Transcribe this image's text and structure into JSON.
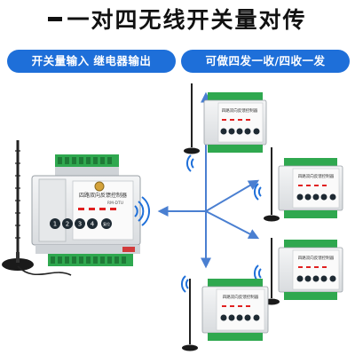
{
  "title": "一对四无线开关量对传",
  "tags": {
    "left": "开关量输入 继电器输出",
    "right": "可做四发一收/四收一发"
  },
  "main_device": {
    "label": "四路双向反馈控制器",
    "model": "RM-DTU",
    "keys": [
      "1",
      "2",
      "3",
      "4"
    ],
    "power_key": "复位"
  },
  "remote_devices": [
    {
      "label": "四路双向反馈控制器"
    },
    {
      "label": "四路双向反馈控制器"
    },
    {
      "label": "四路双向反馈控制器"
    },
    {
      "label": "四路双向反馈控制器"
    }
  ],
  "colors": {
    "accent": "#1e6fd9",
    "arrow": "#4a7fd1",
    "terminal_green": "#2fa84f",
    "led_red": "#e02020"
  }
}
